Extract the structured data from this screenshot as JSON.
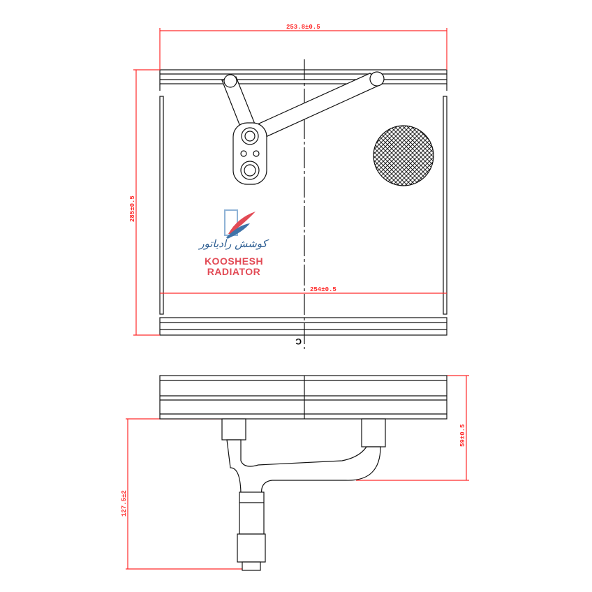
{
  "dimensions": {
    "top_width": "253.8±0.5",
    "left_height": "285±0.5",
    "inner_width": "254±0.5",
    "pipe_depth": "127.5±2",
    "side_thickness": "59±0.5",
    "centerline_label": "C"
  },
  "logo": {
    "persian": "کوشش رادیاتور",
    "line1": "KOOSHESH",
    "line2": "RADIATOR"
  },
  "colors": {
    "dimension": "#ff2a2a",
    "logo_blue": "#2e5f93",
    "logo_red": "#e24a55"
  }
}
